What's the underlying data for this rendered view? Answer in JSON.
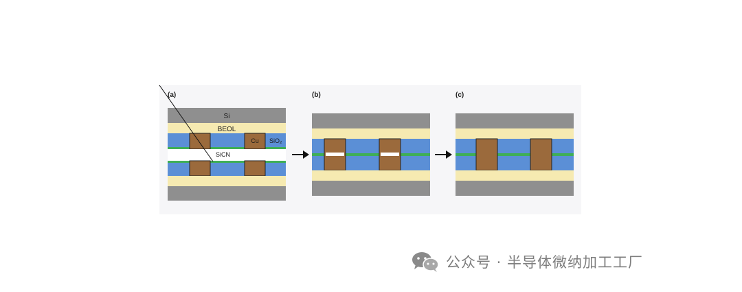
{
  "figure": {
    "panels": [
      {
        "label": "(a)",
        "layer_labels": {
          "si": "Si",
          "beol": "BEOL",
          "cu": "Cu",
          "sio2": "SiO₂",
          "sicn": "SiCN"
        }
      },
      {
        "label": "(b)"
      },
      {
        "label": "(c)"
      }
    ],
    "colors": {
      "si": "#8f8f8f",
      "beol": "#f6eab1",
      "sio2": "#5b8fd6",
      "cu": "#9b6a3c",
      "sicn": "#3fae57",
      "void": "#ffffff",
      "arrow": "#111111"
    }
  },
  "watermark": {
    "text": "公众号 · 半导体微纳加工工厂",
    "icon": "wechat-icon"
  }
}
